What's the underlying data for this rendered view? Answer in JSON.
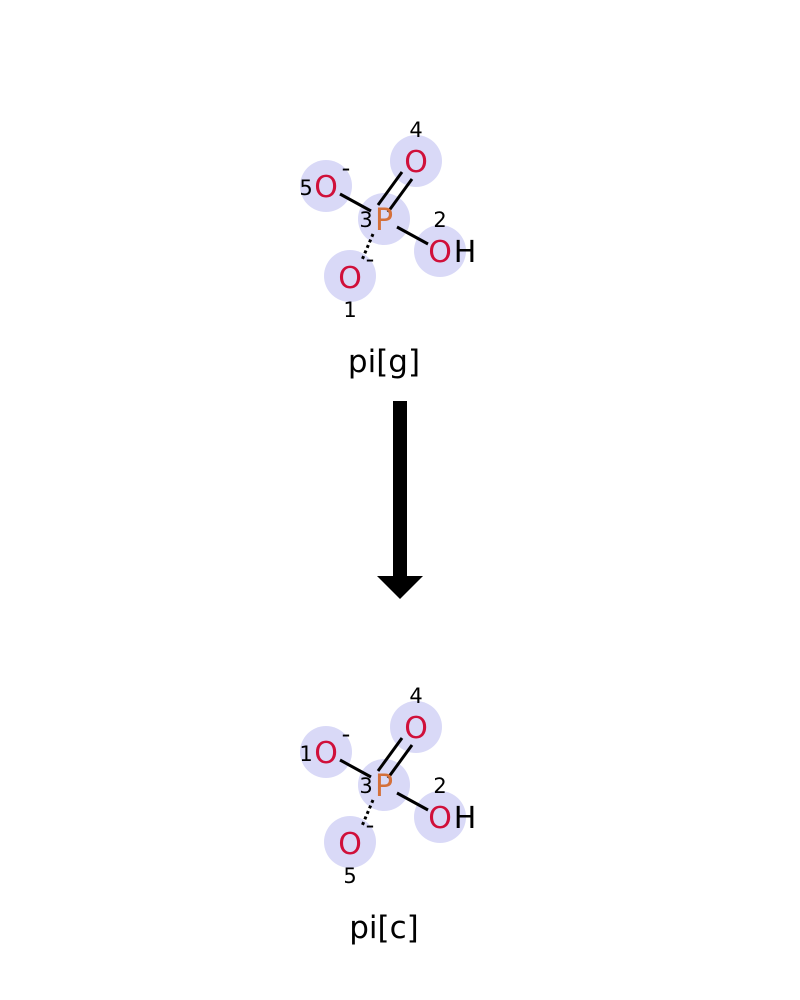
{
  "colors": {
    "oxygen": "#d0103a",
    "phosphorus": "#d4703a",
    "hydrogen": "#000000",
    "highlight": "#d9d9f7",
    "bond": "#000000",
    "arrow": "#000000"
  },
  "reactant": {
    "name": "pi[g]",
    "atoms": {
      "o_top": "O",
      "o_top_idx": "4",
      "o_left": "O",
      "o_left_idx": "5",
      "o_left_charge": "-",
      "p": "P",
      "p_idx": "3",
      "oh_o": "O",
      "oh_h": "H",
      "oh_idx": "2",
      "o_bottom": "O",
      "o_bottom_idx": "1",
      "o_bottom_charge": "-"
    }
  },
  "product": {
    "name": "pi[c]",
    "atoms": {
      "o_top": "O",
      "o_top_idx": "4",
      "o_left": "O",
      "o_left_idx": "1",
      "o_left_charge": "-",
      "p": "P",
      "p_idx": "3",
      "oh_o": "O",
      "oh_h": "H",
      "oh_idx": "2",
      "o_bottom": "O",
      "o_bottom_idx": "5",
      "o_bottom_charge": "-"
    }
  }
}
